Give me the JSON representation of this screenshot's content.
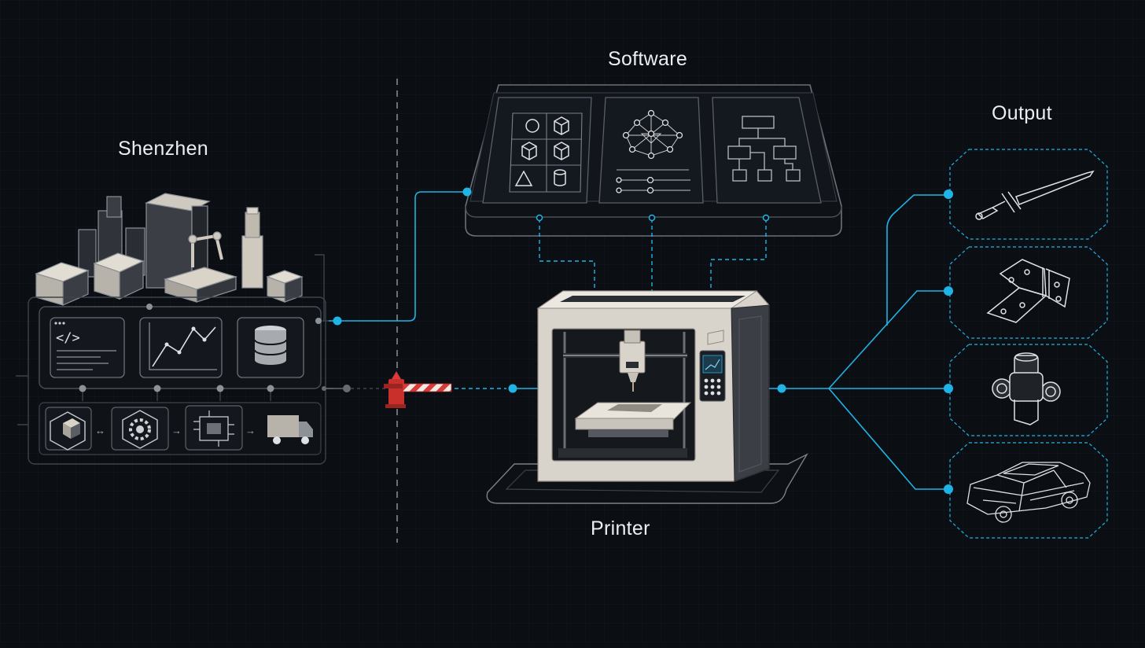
{
  "labels": {
    "shenzhen": "Shenzhen",
    "software": "Software",
    "output": "Output",
    "printer": "Printer"
  },
  "code_glyph": "</>",
  "icons": {
    "city": "factory-city-icon",
    "code": "code-window-icon",
    "chart": "line-chart-icon",
    "database": "database-icon",
    "box": "cube-box-icon",
    "gear": "gear-icon",
    "circuit": "circuit-board-icon",
    "truck": "delivery-truck-icon",
    "barrier": "barrier-gate-icon",
    "printer": "3d-printer-icon",
    "sword": "sword-icon",
    "hinge": "hinge-icon",
    "joint": "pipe-joint-icon",
    "car": "car-frame-icon"
  },
  "colors": {
    "background": "#0b0e13",
    "accent_cyan": "#1fb3e6",
    "line_gray": "#3b4048",
    "barrier_red": "#d63a3a",
    "printer_body": "#d9d4cb",
    "text": "#eceef1"
  }
}
